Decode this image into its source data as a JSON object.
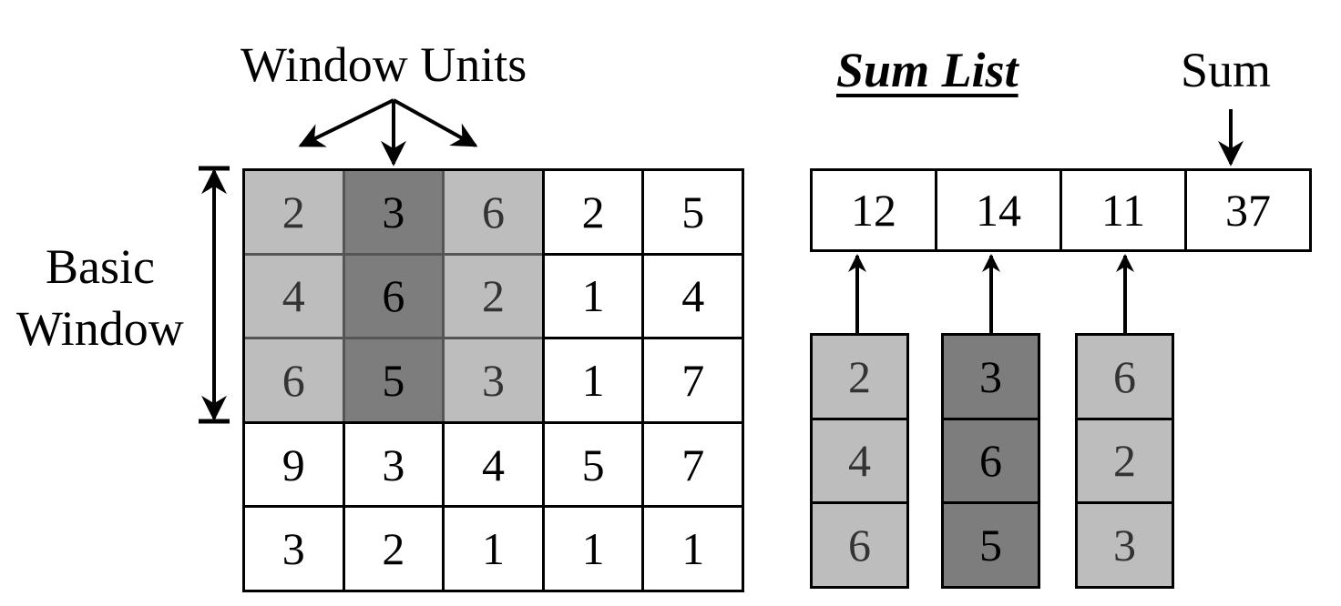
{
  "labels": {
    "window_units": "Window Units",
    "basic_window": [
      "Basic",
      "Window"
    ],
    "sum_list": "Sum List",
    "sum": "Sum"
  },
  "colors": {
    "light_gray": "#bdbdbd",
    "dark_gray": "#7d7d7d",
    "white": "#ffffff",
    "line": "#000000",
    "shaded_text": "#333333"
  },
  "grid": {
    "rows": [
      [
        "2",
        "3",
        "6",
        "2",
        "5"
      ],
      [
        "4",
        "6",
        "2",
        "1",
        "4"
      ],
      [
        "6",
        "5",
        "3",
        "1",
        "7"
      ],
      [
        "9",
        "3",
        "4",
        "5",
        "7"
      ],
      [
        "3",
        "2",
        "1",
        "1",
        "1"
      ]
    ],
    "basic_window_rows": 3,
    "window_unit_shades": [
      "light",
      "dark",
      "light"
    ]
  },
  "sum_list": {
    "values": [
      "12",
      "14",
      "11"
    ],
    "total": "37"
  },
  "window_unit_columns": [
    {
      "shade": "light",
      "values": [
        "2",
        "4",
        "6"
      ]
    },
    {
      "shade": "dark",
      "values": [
        "3",
        "6",
        "5"
      ]
    },
    {
      "shade": "light",
      "values": [
        "6",
        "2",
        "3"
      ]
    }
  ]
}
